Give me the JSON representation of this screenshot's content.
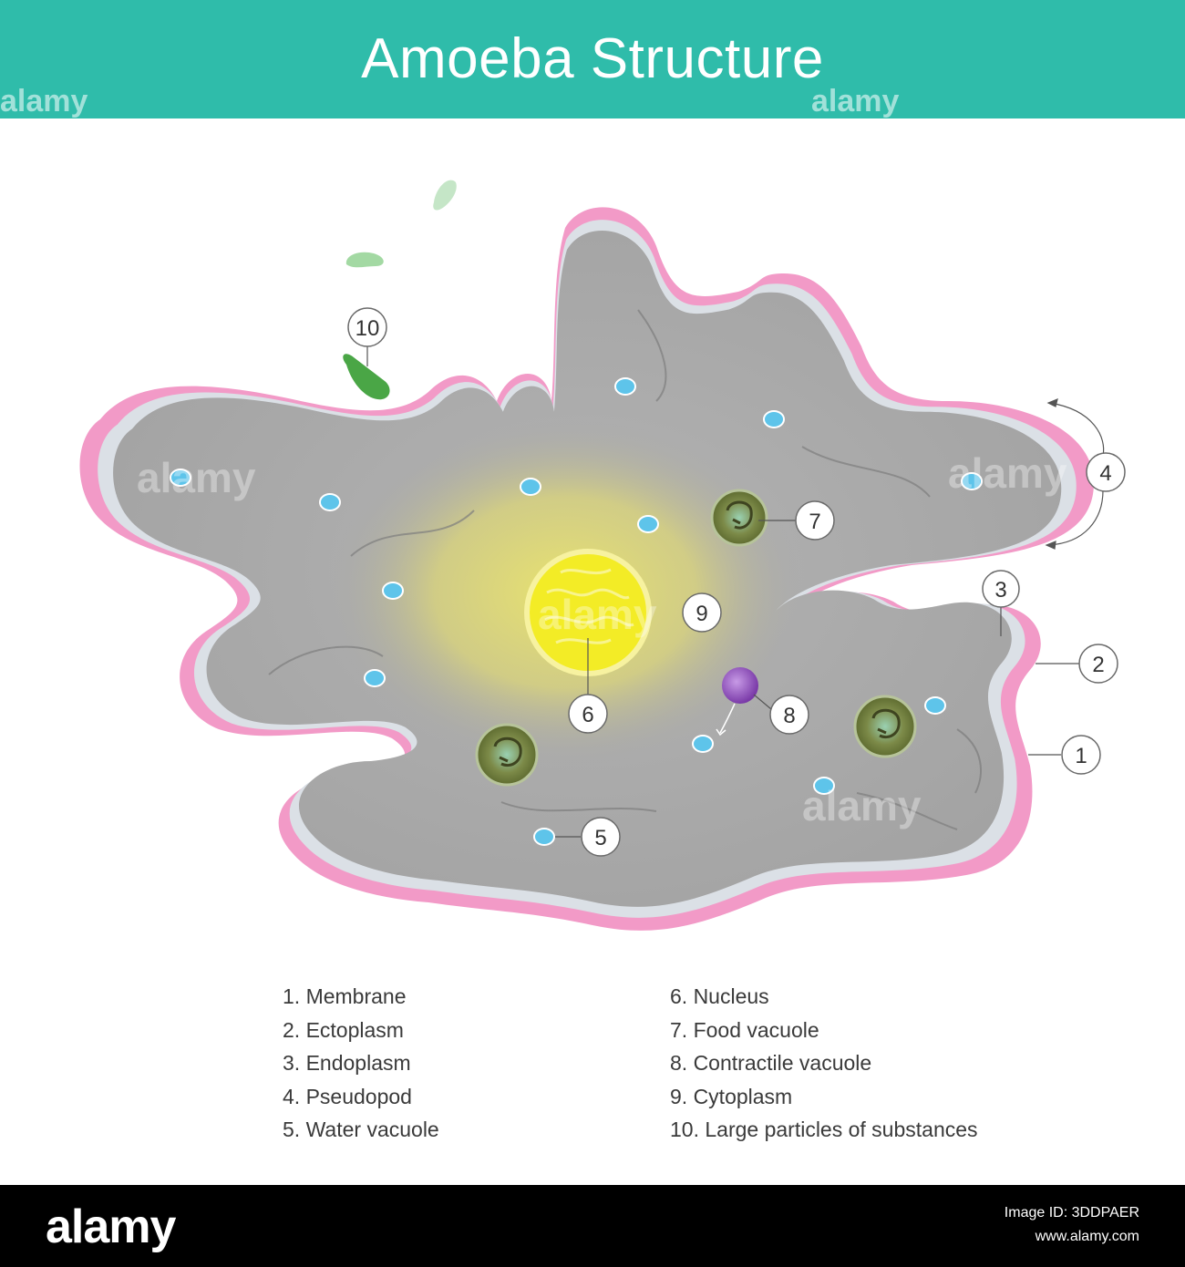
{
  "title": "Amoeba Structure",
  "colors": {
    "header": "#2fbcaa",
    "membrane": "#f29ac7",
    "ectoplasm": "#dbe0e6",
    "endoplasm": "#a6a6a6",
    "glow": "#e6e072",
    "nucleus": "#f3ec26",
    "food_vacuole": "#6e7a3b",
    "contractile_vacuole": "#8a4fb3",
    "water_vacuole": "#5ec4ea",
    "particle": "#4aa646"
  },
  "callouts": [
    "1",
    "2",
    "3",
    "4",
    "5",
    "6",
    "7",
    "8",
    "9",
    "10"
  ],
  "legend_left": [
    "1. Membrane",
    "2. Ectoplasm",
    "3. Endoplasm",
    "4. Pseudopod",
    "5. Water vacuole"
  ],
  "legend_right": [
    "6. Nucleus",
    "7. Food vacuole",
    "8. Contractile vacuole",
    "9. Cytoplasm",
    "10. Large particles of substances"
  ],
  "watermark": "alamy",
  "footer": {
    "logo": "alamy",
    "image_id_line": "Image ID: 3DDPAER",
    "site": "www.alamy.com"
  }
}
